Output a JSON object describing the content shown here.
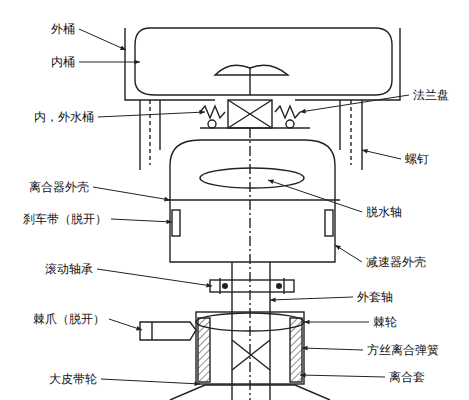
{
  "diagram": {
    "labels": [
      "外桶",
      "内桶",
      "内，外水桶",
      "离合器外壳",
      "刹车带（脱开）",
      "滚动轴承",
      "棘爪（脱开）",
      "大皮带轮",
      "法兰盘",
      "螺钉",
      "脱水轴",
      "减速器外壳",
      "外套轴",
      "棘轮",
      "方丝离合弹簧",
      "离合套"
    ]
  }
}
